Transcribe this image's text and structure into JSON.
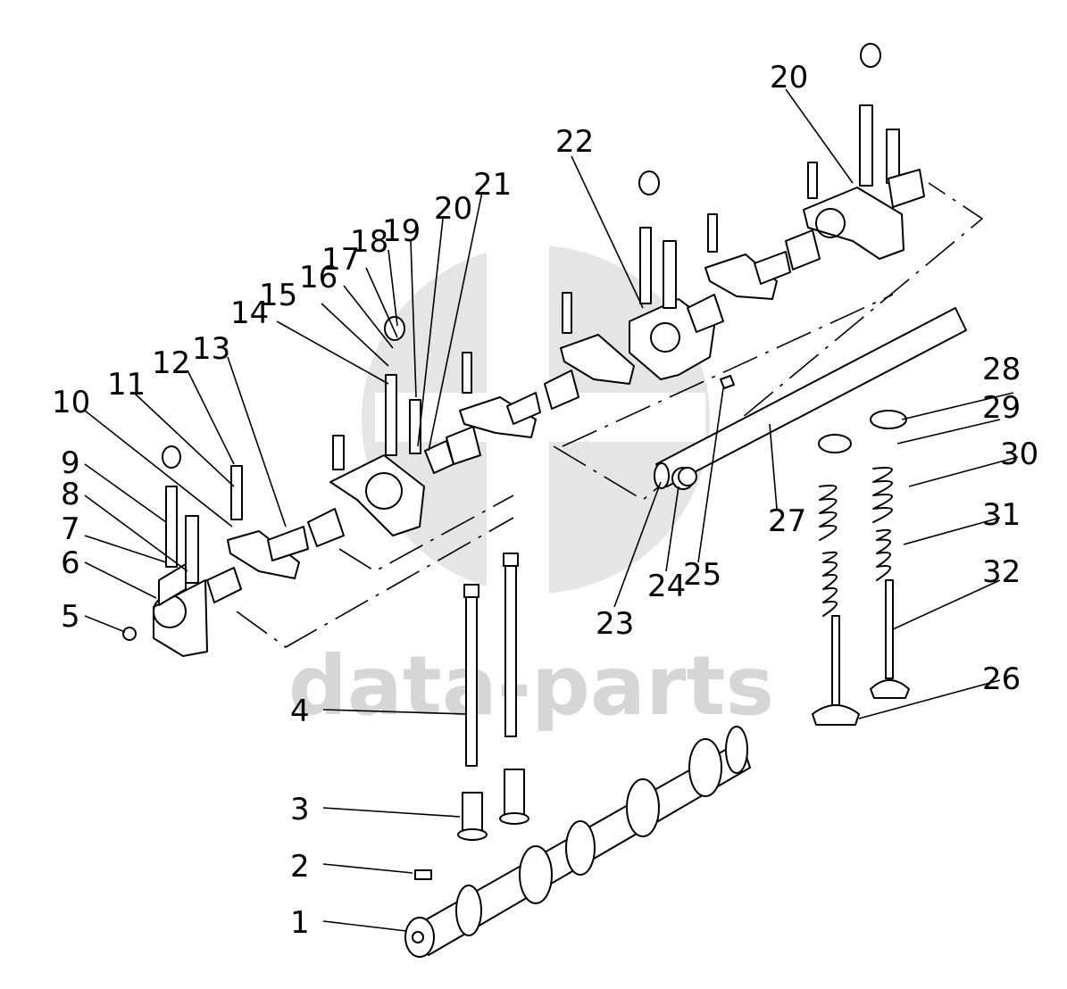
{
  "watermark": {
    "text": "data-parts",
    "color": "#d6d6d6"
  },
  "callouts": [
    "1",
    "2",
    "3",
    "4",
    "5",
    "6",
    "7",
    "8",
    "9",
    "10",
    "11",
    "12",
    "13",
    "14",
    "15",
    "16",
    "17",
    "18",
    "19",
    "20",
    "20",
    "21",
    "22",
    "23",
    "24",
    "25",
    "26",
    "27",
    "28",
    "29",
    "30",
    "31",
    "32"
  ],
  "colors": {
    "line": "#000000",
    "background": "#ffffff",
    "watermark": "#dcdcdc"
  }
}
